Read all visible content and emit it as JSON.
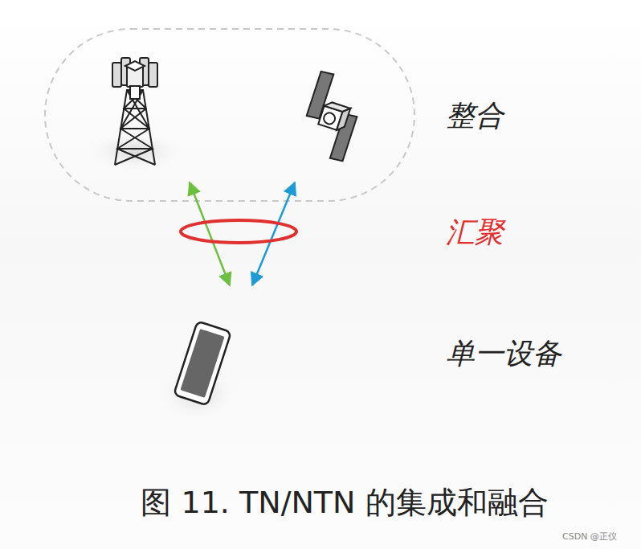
{
  "diagram": {
    "caption": "图 11.  TN/NTN 的集成和融合",
    "labels": [
      "整合",
      "汇聚",
      "单一设备",
      "CSDN @正仪"
    ]
  }
}
